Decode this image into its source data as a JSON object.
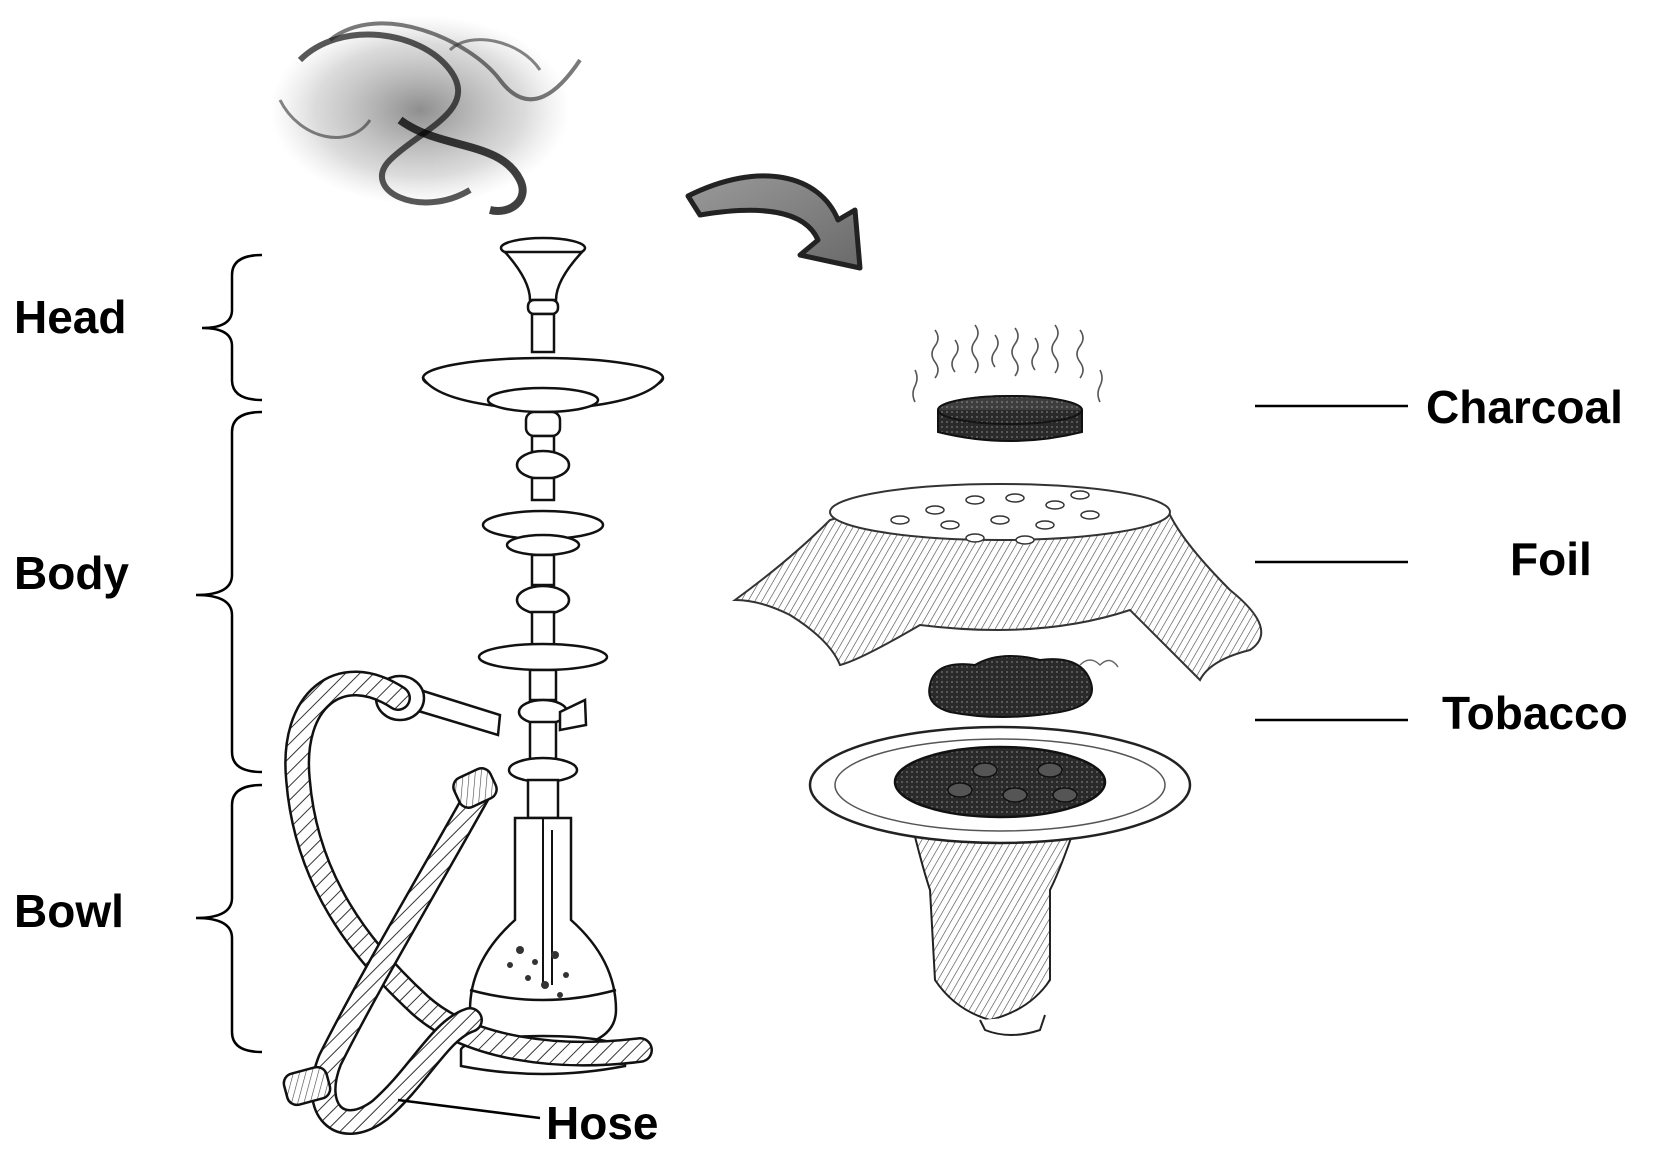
{
  "hookah_parts": {
    "head": "Head",
    "body": "Body",
    "bowl": "Bowl",
    "hose": "Hose"
  },
  "bowl_parts": {
    "charcoal": "Charcoal",
    "foil": "Foil",
    "tobacco": "Tobacco"
  }
}
